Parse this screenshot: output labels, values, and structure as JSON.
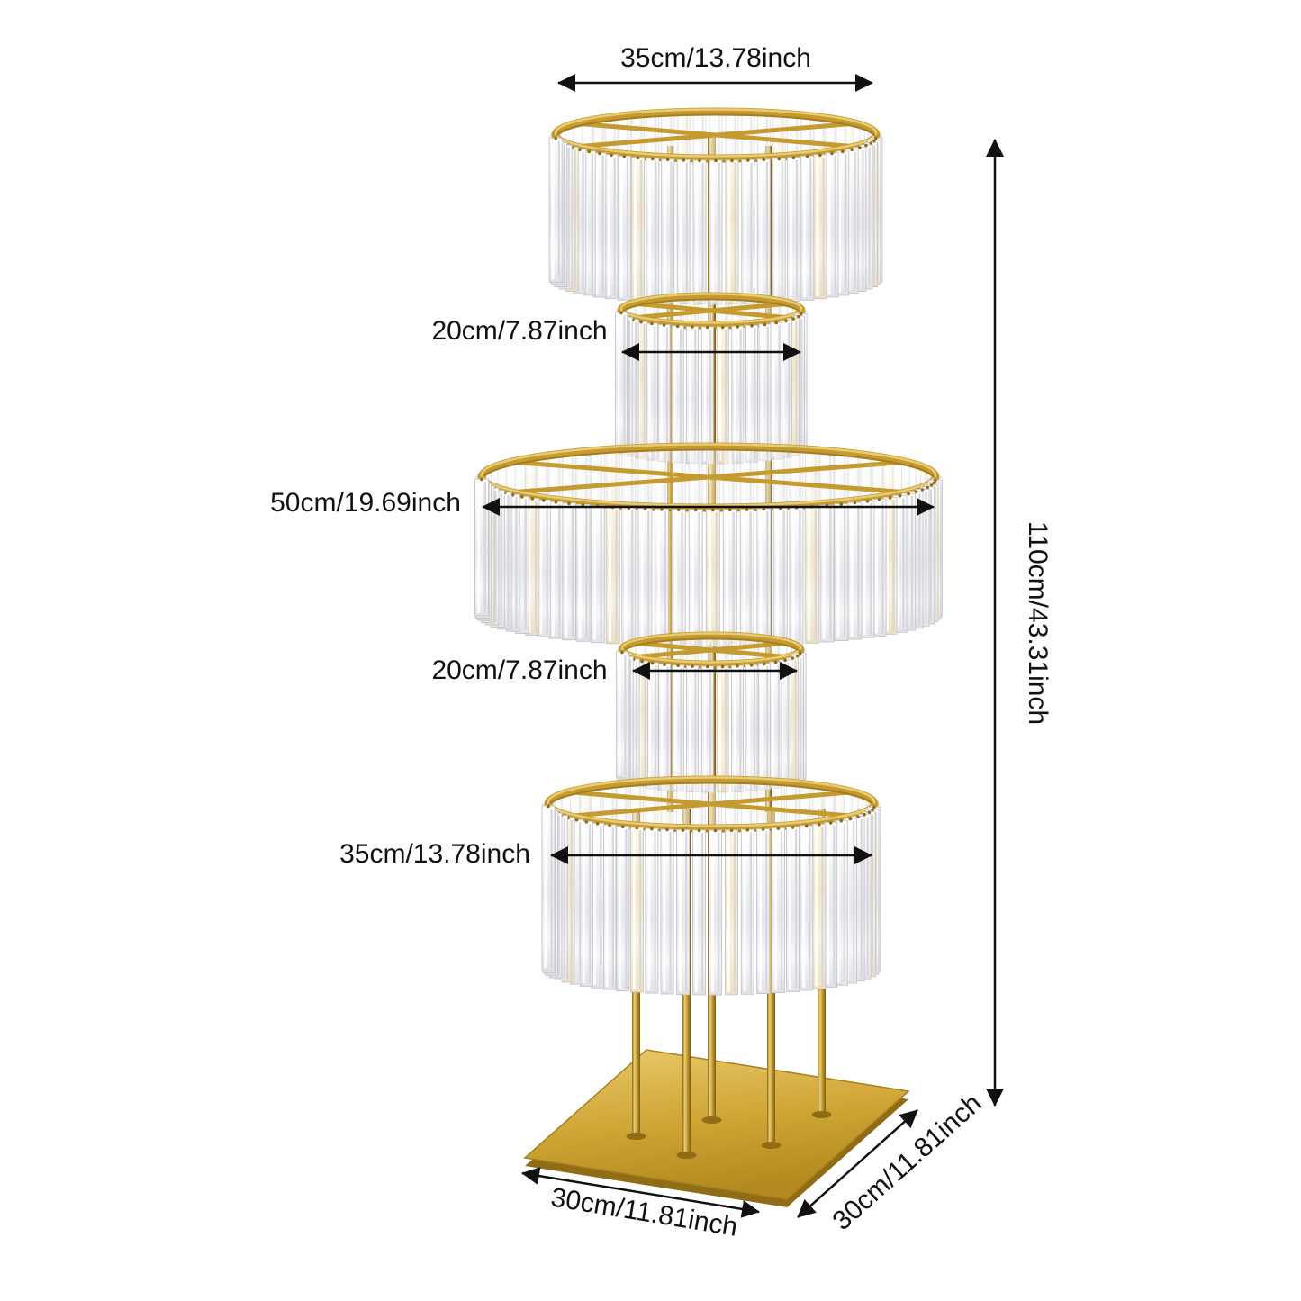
{
  "figure": {
    "type": "product-dimension-diagram"
  },
  "colors": {
    "gold": "#c59a2f",
    "gold_dark": "#8f6c15",
    "gold_light": "#ecd07c",
    "crystal_edge": "#c5c5ca",
    "dimension_line": "#111111",
    "background": "#ffffff"
  },
  "dimensions": {
    "tier1_width": "35cm/13.78inch",
    "tier2_width": "20cm/7.87inch",
    "tier3_width": "50cm/19.69inch",
    "tier4_width": "20cm/7.87inch",
    "tier5_width": "35cm/13.78inch",
    "total_height": "110cm/43.31inch",
    "base_front_width": "30cm/11.81inch",
    "base_side_depth": "30cm/11.81inch"
  }
}
